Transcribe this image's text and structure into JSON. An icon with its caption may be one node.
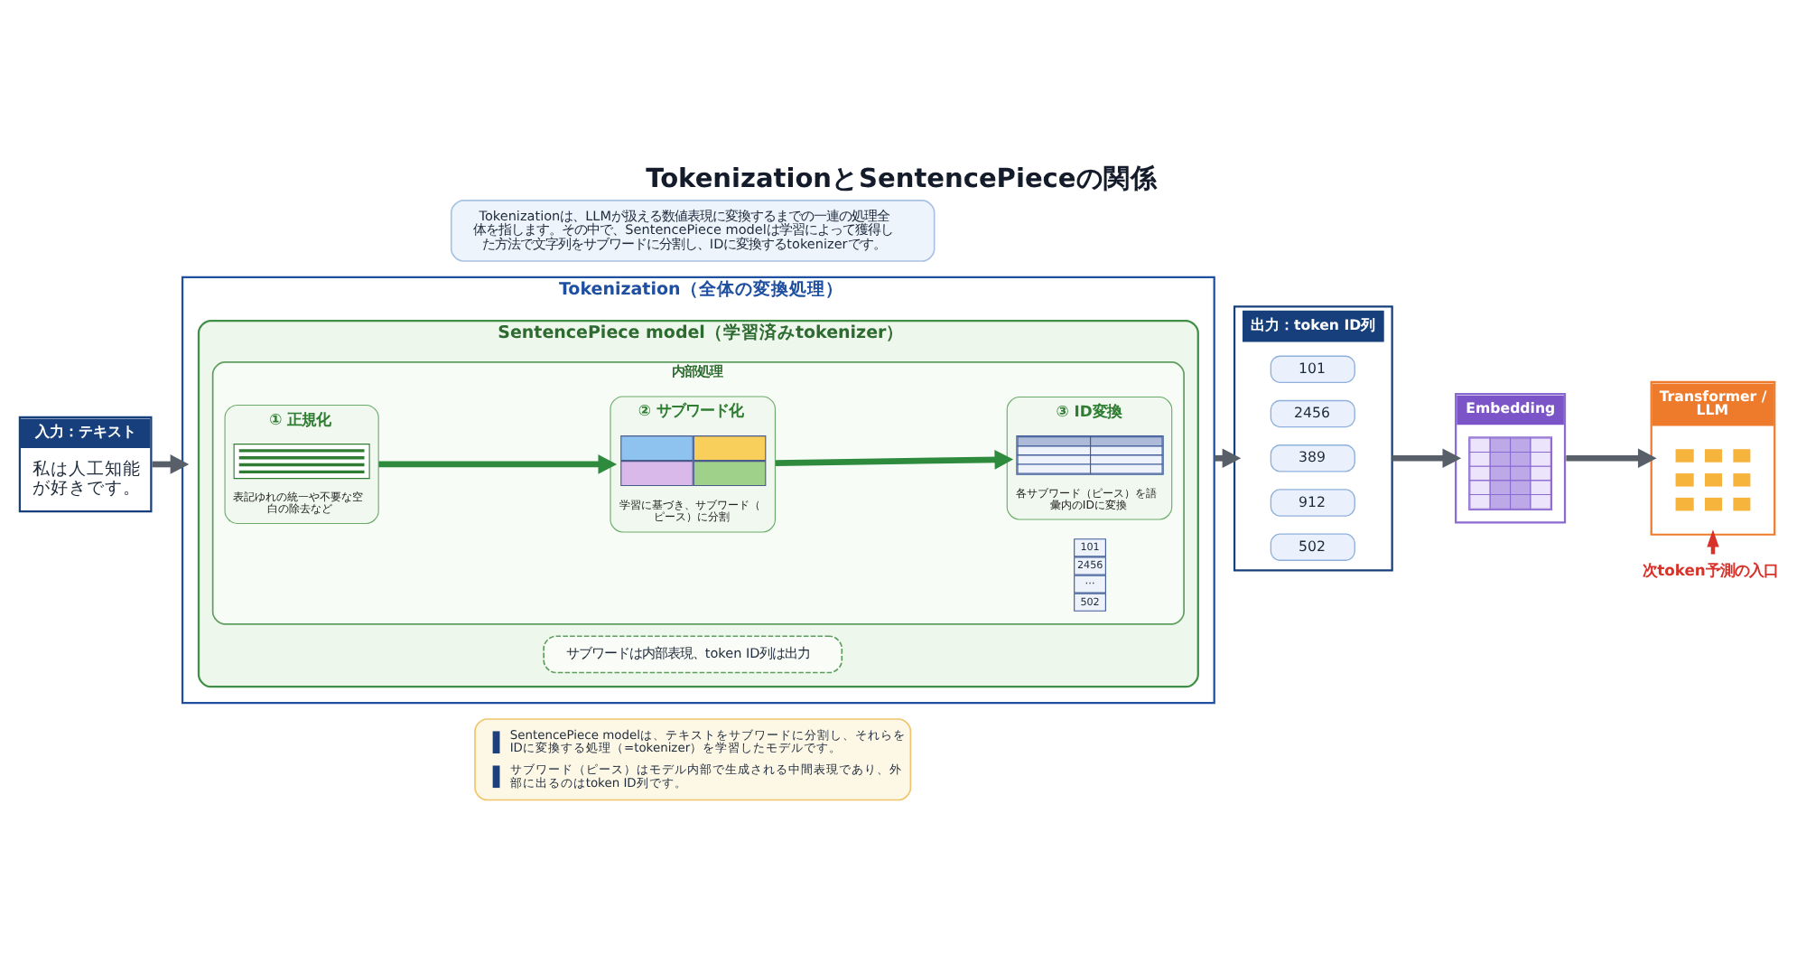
{
  "diagram": {
    "title": "TokenizationとSentencePieceの関係",
    "nodes": [
      {
        "text": [
          "Tokenizationは、LLMが扱える数値表現に変換するまでの一連の処理全体を指します。その中で、SentencePiece modelは学習によって獲得した方法で文字列をサブワードに分割し、IDに変換するtokenizerです。"
        ]
      },
      {
        "text": [
          "入力：テキスト",
          "私は人工知能が好きです。"
        ]
      },
      {
        "text": [
          "Tokenization（全体の変換処理）"
        ]
      },
      {
        "text": [
          "SentencePiece model（学習済みtokenizer）"
        ],
        "in": 2
      },
      {
        "text": [
          "内部処理"
        ],
        "in": 3
      },
      {
        "text": [
          "① 正規化",
          "表記ゆれの統一や不要な空白の除去など"
        ],
        "in": 4
      },
      {
        "text": [
          "② サブワード化",
          "学習に基づき、サブワード（ピース）に分割"
        ],
        "in": 4
      },
      {
        "text": [
          "③ ID変換",
          "各サブワード（ピース）を語彙内のIDに変換"
        ],
        "in": 4
      },
      {
        "text": [
          "サブワードは内部表現、token ID列は出力"
        ],
        "in": 3
      },
      {
        "text": [
          "出力：token ID列"
        ]
      },
      {
        "text": [
          "101"
        ],
        "in": 9
      },
      {
        "text": [
          "2456"
        ],
        "in": 9
      },
      {
        "text": [
          "389"
        ],
        "in": 9
      },
      {
        "text": [
          "912"
        ],
        "in": 9
      },
      {
        "text": [
          "502"
        ],
        "in": 9
      },
      {
        "text": [
          "Embedding"
        ]
      },
      {
        "text": [
          "Transformer / LLM"
        ]
      },
      {
        "text": [
          "次token予測の入口"
        ]
      },
      {
        "text": [
          "SentencePiece modelは、テキストをサブワードに分割し、それらをIDに変換する処理（=tokenizer）を学習したモデルです。",
          "サブワード（ピース）はモデル内部で生成される中間表現であり、外部に出るのはtoken ID列です。"
        ]
      }
    ],
    "edges": [
      {
        "from": 1,
        "to": 2,
        "arrow": "to"
      },
      {
        "from": 5,
        "to": 6,
        "arrow": "to",
        "color": "#2e8b3e"
      },
      {
        "from": 6,
        "to": 7,
        "arrow": "to",
        "color": "#2e8b3e"
      },
      {
        "from": 2,
        "to": 9,
        "arrow": "to"
      },
      {
        "from": 9,
        "to": 15,
        "arrow": "to"
      },
      {
        "from": 15,
        "to": 16,
        "arrow": "to"
      },
      {
        "from": 17,
        "to": 16,
        "arrow": "to",
        "color": "#d7332a"
      }
    ],
    "labels": [
      "101",
      "2456",
      "⋯",
      "502"
    ]
  }
}
